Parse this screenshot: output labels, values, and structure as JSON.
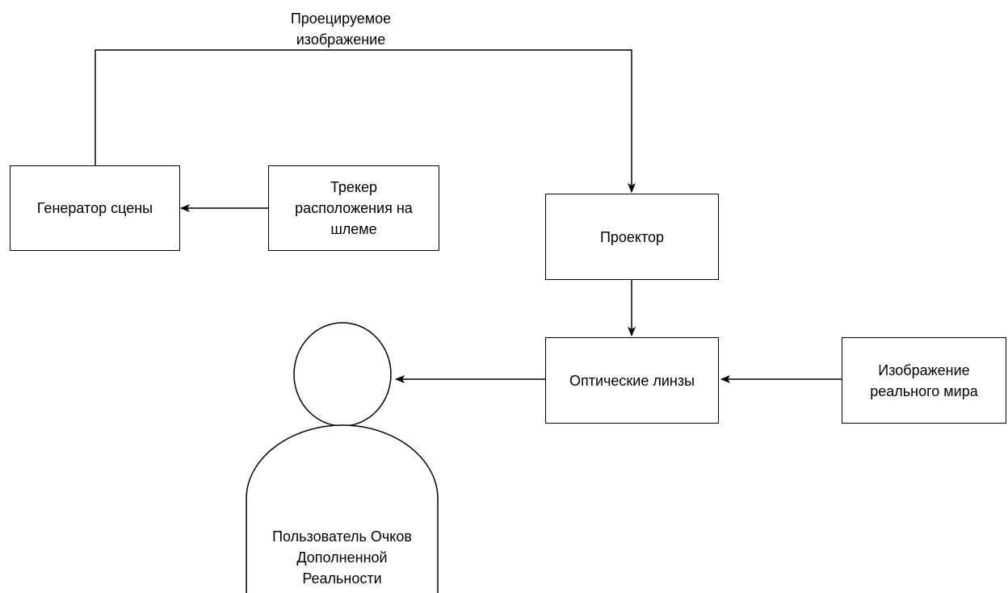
{
  "edge_label": "Проецируемое\nизображение",
  "nodes": {
    "scene_generator": "Генератор сцены",
    "helmet_tracker": "Трекер\nрасположения на\nшлеме",
    "projector": "Проектор",
    "optical_lenses": "Оптические линзы",
    "real_world": "Изображение\nреального мира",
    "user": "Пользователь Очков\nДополненной\nРеальности"
  },
  "colors": {
    "stroke": "#000000",
    "background": "#ffffff"
  }
}
